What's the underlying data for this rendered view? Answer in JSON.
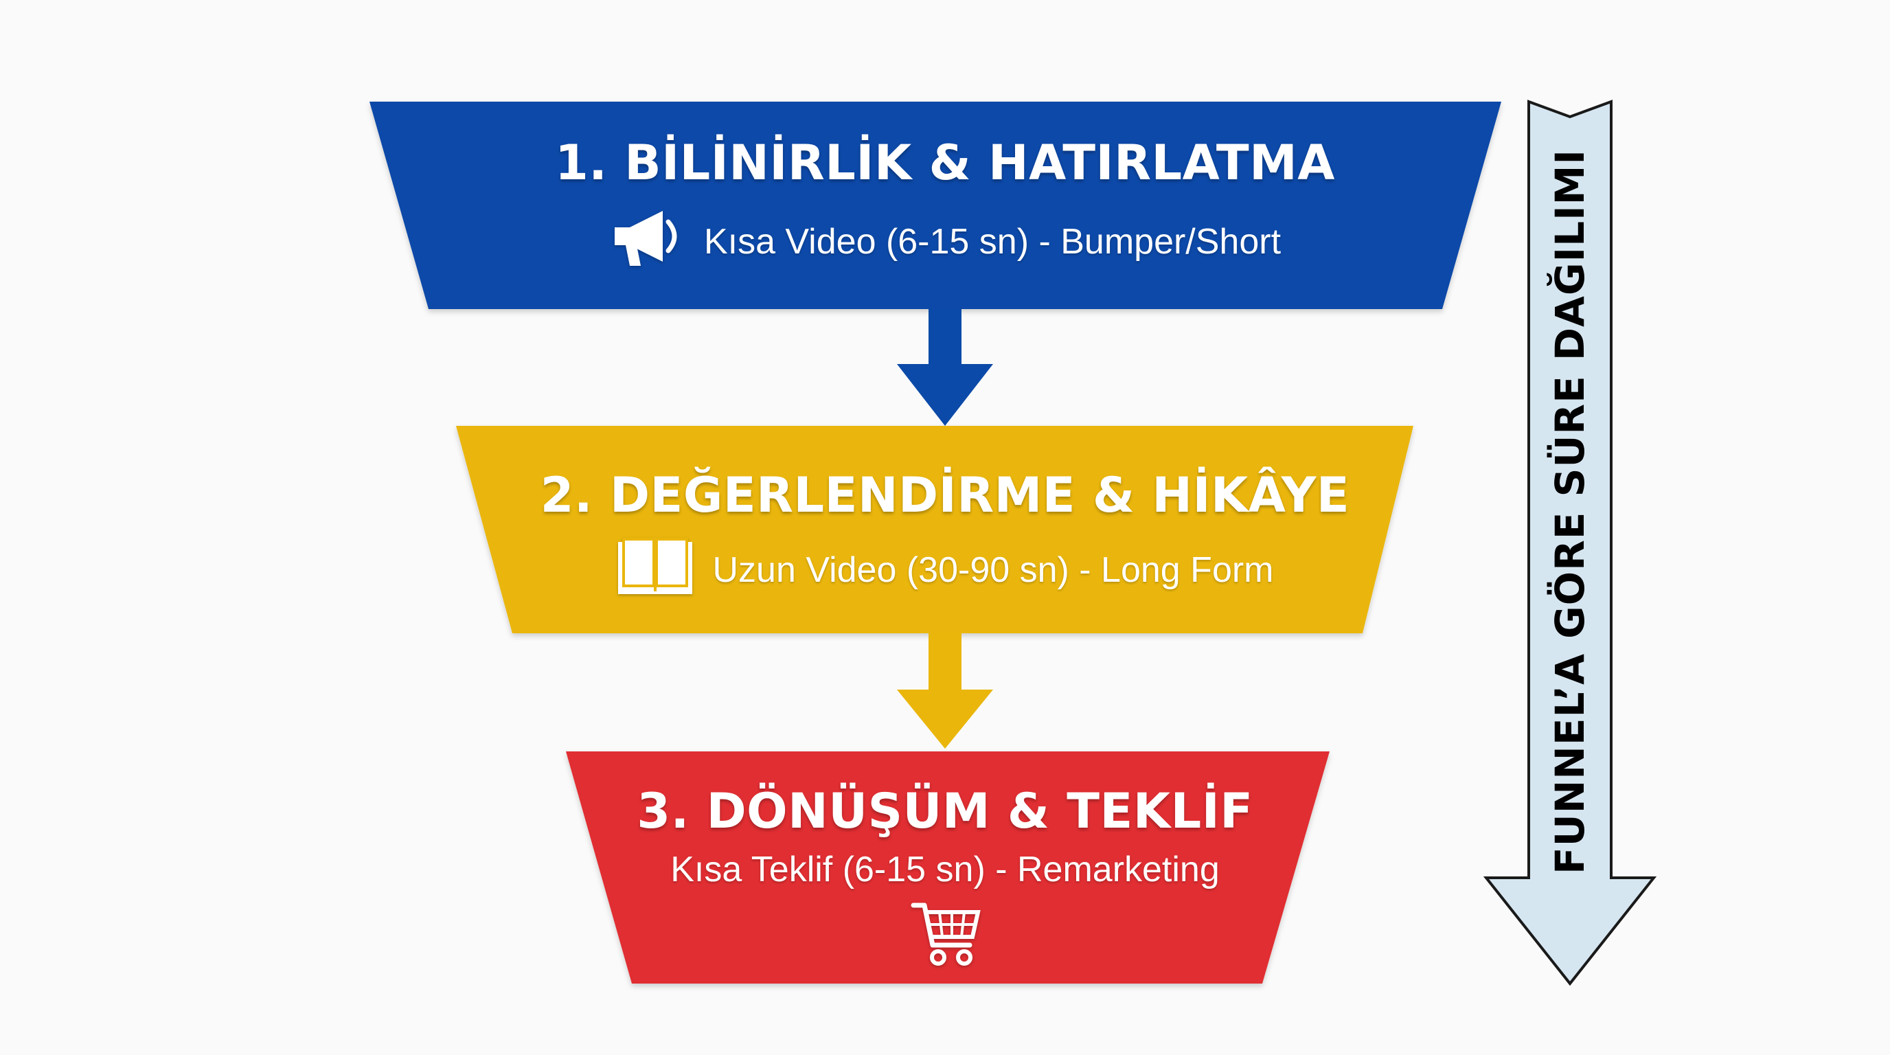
{
  "stages": [
    {
      "title": "1. BİLİNİRLİK & HATIRLATMA",
      "subtitle": "Kısa Video (6-15 sn) - Bumper/Short",
      "icon": "megaphone-icon",
      "color": "#0b4aa8"
    },
    {
      "title": "2. DEĞERLENDİRME & HİKÂYE",
      "subtitle": "Uzun Video (30-90 sn) - Long Form",
      "icon": "book-icon",
      "color": "#eab60b"
    },
    {
      "title": "3. DÖNÜŞÜM & TEKLİF",
      "subtitle": "Kısa Teklif (6-15 sn) - Remarketing",
      "icon": "shopping-cart-icon",
      "color": "#e02f33"
    }
  ],
  "side_arrow": {
    "label": "FUNNEL’A GÖRE SÜRE DAĞILIMI",
    "fill": "#d6e6f1",
    "stroke": "#1a1a1a"
  }
}
